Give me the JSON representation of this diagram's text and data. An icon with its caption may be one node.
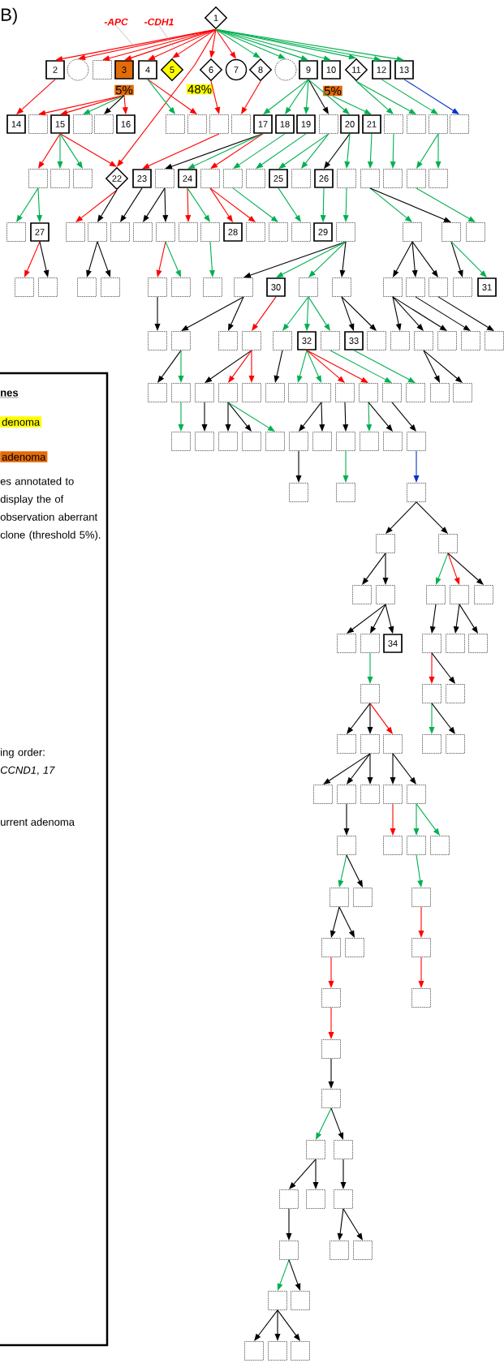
{
  "diagram": {
    "nodes": [
      {
        "text": [
          "1"
        ]
      },
      {
        "text": [
          "-APC"
        ]
      },
      {
        "text": [
          "-CDH1"
        ]
      },
      {
        "text": [
          "2"
        ]
      },
      {
        "text": [],
        "shape": "circle"
      },
      {
        "text": [],
        "shape": "box"
      },
      {
        "text": [
          "3"
        ],
        "beside": [
          "5%"
        ]
      },
      {
        "text": [
          "4"
        ]
      },
      {
        "text": [
          "5"
        ],
        "beside": [
          "48%"
        ]
      },
      {
        "text": [
          "6"
        ]
      },
      {
        "text": [
          "7"
        ]
      },
      {
        "text": [
          "8"
        ]
      },
      {
        "text": [],
        "shape": "circle"
      },
      {
        "text": [
          "9"
        ]
      },
      {
        "text": [
          "10"
        ],
        "beside": [
          "5%"
        ]
      },
      {
        "text": [
          "11"
        ]
      },
      {
        "text": [
          "12"
        ]
      },
      {
        "text": [
          "13"
        ]
      },
      {
        "text": [
          "14"
        ]
      },
      {
        "text": [],
        "shape": "box"
      },
      {
        "text": [
          "15"
        ]
      },
      {
        "text": [],
        "shape": "box"
      },
      {
        "text": [],
        "shape": "box"
      },
      {
        "text": [
          "16"
        ]
      },
      {
        "text": [],
        "shape": "box"
      },
      {
        "text": [],
        "shape": "box"
      },
      {
        "text": [],
        "shape": "box"
      },
      {
        "text": [],
        "shape": "box"
      },
      {
        "text": [
          "17"
        ]
      },
      {
        "text": [
          "18"
        ]
      },
      {
        "text": [
          "19"
        ]
      },
      {
        "text": [],
        "shape": "box"
      },
      {
        "text": [
          "20"
        ]
      },
      {
        "text": [
          "21"
        ]
      },
      {
        "text": [],
        "shape": "box"
      },
      {
        "text": [],
        "shape": "box"
      },
      {
        "text": [],
        "shape": "box"
      },
      {
        "text": [],
        "shape": "box"
      },
      {
        "text": [],
        "shape": "box"
      },
      {
        "text": [],
        "shape": "box"
      },
      {
        "text": [],
        "shape": "box"
      },
      {
        "text": [
          "22"
        ]
      },
      {
        "text": [
          "23"
        ]
      },
      {
        "text": [],
        "shape": "box"
      },
      {
        "text": [
          "24"
        ]
      },
      {
        "text": [],
        "shape": "box"
      },
      {
        "text": [],
        "shape": "box"
      },
      {
        "text": [],
        "shape": "box"
      },
      {
        "text": [
          "25"
        ]
      },
      {
        "text": [],
        "shape": "box"
      },
      {
        "text": [
          "26"
        ]
      },
      {
        "text": [],
        "shape": "box"
      },
      {
        "text": [],
        "shape": "box"
      },
      {
        "text": [],
        "shape": "box"
      },
      {
        "text": [],
        "shape": "box"
      },
      {
        "text": [],
        "shape": "box"
      },
      {
        "text": [],
        "shape": "box"
      },
      {
        "text": [
          "27"
        ]
      },
      {
        "text": [],
        "shape": "box"
      },
      {
        "text": [],
        "shape": "box"
      },
      {
        "text": [],
        "shape": "box"
      },
      {
        "text": [],
        "shape": "box"
      },
      {
        "text": [],
        "shape": "box"
      },
      {
        "text": [],
        "shape": "box"
      },
      {
        "text": [],
        "shape": "box"
      },
      {
        "text": [
          "28"
        ]
      },
      {
        "text": [],
        "shape": "box"
      },
      {
        "text": [],
        "shape": "box"
      },
      {
        "text": [],
        "shape": "box"
      },
      {
        "text": [
          "29"
        ]
      },
      {
        "text": [],
        "shape": "box"
      },
      {
        "text": [],
        "shape": "box"
      },
      {
        "text": [],
        "shape": "box"
      },
      {
        "text": [],
        "shape": "box"
      },
      {
        "text": [],
        "shape": "box"
      },
      {
        "text": [],
        "shape": "box"
      },
      {
        "text": [],
        "shape": "box"
      },
      {
        "text": [],
        "shape": "box"
      },
      {
        "text": [],
        "shape": "box"
      },
      {
        "text": [],
        "shape": "box"
      },
      {
        "text": [],
        "shape": "box"
      },
      {
        "text": [],
        "shape": "box"
      },
      {
        "text": [
          "30"
        ]
      },
      {
        "text": [],
        "shape": "box"
      },
      {
        "text": [],
        "shape": "box"
      },
      {
        "text": [],
        "shape": "box"
      },
      {
        "text": [],
        "shape": "box"
      },
      {
        "text": [],
        "shape": "box"
      },
      {
        "text": [],
        "shape": "box"
      },
      {
        "text": [
          "31"
        ]
      },
      {
        "text": [],
        "shape": "box"
      },
      {
        "text": [],
        "shape": "box"
      },
      {
        "text": [],
        "shape": "box"
      },
      {
        "text": [],
        "shape": "box"
      },
      {
        "text": [],
        "shape": "box"
      },
      {
        "text": [
          "32"
        ]
      },
      {
        "text": [],
        "shape": "box"
      },
      {
        "text": [
          "33"
        ]
      },
      {
        "text": [],
        "shape": "box"
      },
      {
        "text": [],
        "shape": "box"
      },
      {
        "text": [],
        "shape": "box"
      },
      {
        "text": [],
        "shape": "box"
      },
      {
        "text": [],
        "shape": "box"
      },
      {
        "text": [],
        "shape": "box"
      },
      {
        "text": [],
        "shape": "box"
      },
      {
        "text": [],
        "shape": "box"
      },
      {
        "text": [],
        "shape": "box"
      },
      {
        "text": [],
        "shape": "box"
      },
      {
        "text": [],
        "shape": "box"
      },
      {
        "text": [],
        "shape": "box"
      },
      {
        "text": [],
        "shape": "box"
      },
      {
        "text": [],
        "shape": "box"
      },
      {
        "text": [],
        "shape": "box"
      },
      {
        "text": [],
        "shape": "box"
      },
      {
        "text": [],
        "shape": "box"
      },
      {
        "text": [],
        "shape": "box"
      },
      {
        "text": [],
        "shape": "box"
      },
      {
        "text": [],
        "shape": "box"
      },
      {
        "text": [],
        "shape": "box"
      },
      {
        "text": [],
        "shape": "box"
      },
      {
        "text": [],
        "shape": "box"
      },
      {
        "text": [],
        "shape": "box"
      },
      {
        "text": [],
        "shape": "box"
      },
      {
        "text": [],
        "shape": "box"
      },
      {
        "text": [],
        "shape": "box"
      },
      {
        "text": [],
        "shape": "box"
      },
      {
        "text": [],
        "shape": "box"
      },
      {
        "text": [],
        "shape": "box"
      },
      {
        "text": [],
        "shape": "box"
      },
      {
        "text": [],
        "shape": "box"
      },
      {
        "text": [],
        "shape": "box"
      },
      {
        "text": [],
        "shape": "box"
      },
      {
        "text": [],
        "shape": "box"
      },
      {
        "text": [],
        "shape": "box"
      },
      {
        "text": [],
        "shape": "box"
      },
      {
        "text": [],
        "shape": "box"
      },
      {
        "text": [],
        "shape": "box"
      },
      {
        "text": [],
        "shape": "box"
      },
      {
        "text": [],
        "shape": "box"
      },
      {
        "text": [],
        "shape": "box"
      },
      {
        "text": [],
        "shape": "box"
      },
      {
        "text": [
          "34"
        ]
      },
      {
        "text": [],
        "shape": "box"
      },
      {
        "text": [],
        "shape": "box"
      },
      {
        "text": [],
        "shape": "box"
      },
      {
        "text": [],
        "shape": "box"
      },
      {
        "text": [],
        "shape": "box"
      },
      {
        "text": [],
        "shape": "box"
      },
      {
        "text": [],
        "shape": "box"
      },
      {
        "text": [],
        "shape": "box"
      },
      {
        "text": [],
        "shape": "box"
      },
      {
        "text": [],
        "shape": "box"
      },
      {
        "text": [],
        "shape": "box"
      },
      {
        "text": [],
        "shape": "box"
      },
      {
        "text": [],
        "shape": "box"
      },
      {
        "text": [],
        "shape": "box"
      },
      {
        "text": [],
        "shape": "box"
      },
      {
        "text": [],
        "shape": "box"
      },
      {
        "text": [],
        "shape": "box"
      },
      {
        "text": [],
        "shape": "box"
      },
      {
        "text": [],
        "shape": "box"
      },
      {
        "text": [],
        "shape": "box"
      },
      {
        "text": [],
        "shape": "box"
      },
      {
        "text": [],
        "shape": "box"
      },
      {
        "text": [],
        "shape": "box"
      },
      {
        "text": [],
        "shape": "box"
      },
      {
        "text": [],
        "shape": "box"
      },
      {
        "text": [],
        "shape": "box"
      },
      {
        "text": [],
        "shape": "box"
      },
      {
        "text": [],
        "shape": "box"
      },
      {
        "text": [],
        "shape": "box"
      },
      {
        "text": [],
        "shape": "box"
      },
      {
        "text": [],
        "shape": "box"
      },
      {
        "text": [],
        "shape": "box"
      },
      {
        "text": [],
        "shape": "box"
      },
      {
        "text": [],
        "shape": "box"
      },
      {
        "text": [],
        "shape": "box"
      },
      {
        "text": [],
        "shape": "box"
      },
      {
        "text": [],
        "shape": "box"
      },
      {
        "text": [],
        "shape": "box"
      },
      {
        "text": [],
        "shape": "box"
      },
      {
        "text": [],
        "shape": "box"
      },
      {
        "text": [],
        "shape": "box"
      },
      {
        "text": [],
        "shape": "box"
      },
      {
        "text": [],
        "shape": "box"
      }
    ],
    "edges": [
      {
        "from": 0,
        "to": 3,
        "arrow": "to",
        "color": "#ff0000"
      },
      {
        "from": 0,
        "to": 4,
        "arrow": "to",
        "color": "#ff0000"
      },
      {
        "from": 0,
        "to": 5,
        "arrow": "to",
        "color": "#ff0000"
      },
      {
        "from": 0,
        "to": 6,
        "arrow": "to",
        "color": "#ff0000"
      },
      {
        "from": 0,
        "to": 7,
        "arrow": "to",
        "color": "#ff0000"
      },
      {
        "from": 0,
        "to": 8,
        "arrow": "to",
        "color": "#ff0000"
      },
      {
        "from": 0,
        "to": 41,
        "arrow": "to",
        "color": "#ff0000"
      },
      {
        "from": 0,
        "to": 9,
        "arrow": "to",
        "color": "#ff0000"
      },
      {
        "from": 0,
        "to": 10,
        "arrow": "to",
        "color": "#ff0000"
      },
      {
        "from": 0,
        "to": 11,
        "arrow": "to",
        "color": "#00b050"
      },
      {
        "from": 0,
        "to": 12,
        "arrow": "to",
        "color": "#00b050"
      },
      {
        "from": 0,
        "to": 13,
        "arrow": "to",
        "color": "#00b050"
      },
      {
        "from": 0,
        "to": 14,
        "arrow": "to",
        "color": "#00b050"
      },
      {
        "from": 0,
        "to": 15,
        "arrow": "to",
        "color": "#00b050"
      },
      {
        "from": 0,
        "to": 16,
        "arrow": "to",
        "color": "#00b050"
      },
      {
        "from": 0,
        "to": 17,
        "arrow": "to",
        "color": "#00b050"
      },
      {
        "from": 1,
        "to": null,
        "arrow": "none",
        "color": "#a6a6a6"
      },
      {
        "from": 2,
        "to": null,
        "arrow": "none",
        "color": "#a6a6a6"
      },
      {
        "from": 3,
        "to": 18,
        "arrow": "to",
        "color": "#ff0000"
      },
      {
        "from": 6,
        "to": 19,
        "arrow": "to",
        "color": "#ff0000"
      },
      {
        "from": 6,
        "to": 20,
        "arrow": "to",
        "color": "#ff0000"
      },
      {
        "from": 6,
        "to": 21,
        "arrow": "to",
        "color": "#00b050"
      },
      {
        "from": 6,
        "to": 22,
        "arrow": "to"
      },
      {
        "from": 6,
        "to": 23,
        "arrow": "to",
        "color": "#ff0000"
      },
      {
        "from": 7,
        "to": 24,
        "arrow": "to",
        "color": "#00b050"
      },
      {
        "from": 7,
        "to": 25,
        "arrow": "to",
        "color": "#ff0000"
      },
      {
        "from": 9,
        "to": 26,
        "arrow": "to",
        "color": "#ff0000"
      },
      {
        "from": 11,
        "to": 27,
        "arrow": "to",
        "color": "#ff0000"
      },
      {
        "from": 13,
        "to": 28,
        "arrow": "to",
        "color": "#00b050"
      },
      {
        "from": 13,
        "to": 29,
        "arrow": "to",
        "color": "#00b050"
      },
      {
        "from": 13,
        "to": 30,
        "arrow": "to",
        "color": "#00b050"
      },
      {
        "from": 13,
        "to": 31,
        "arrow": "to"
      },
      {
        "from": 13,
        "to": 32,
        "arrow": "to",
        "color": "#00b050"
      },
      {
        "from": 14,
        "to": 33,
        "arrow": "to",
        "color": "#00b050"
      },
      {
        "from": 15,
        "to": 34,
        "arrow": "to",
        "color": "#00b050"
      },
      {
        "from": 15,
        "to": 35,
        "arrow": "to",
        "color": "#00b050"
      },
      {
        "from": 16,
        "to": 36,
        "arrow": "to",
        "color": "#00b050"
      },
      {
        "from": 17,
        "to": 37,
        "arrow": "to",
        "color": "#0033cc"
      },
      {
        "from": 20,
        "to": 38,
        "arrow": "to",
        "color": "#ff0000"
      },
      {
        "from": 20,
        "to": 39,
        "arrow": "to",
        "color": "#00b050"
      },
      {
        "from": 20,
        "to": 40,
        "arrow": "to",
        "color": "#00b050"
      },
      {
        "from": 20,
        "to": 41,
        "arrow": "to",
        "color": "#ff0000"
      },
      {
        "from": 26,
        "to": 42,
        "arrow": "to",
        "color": "#ff0000"
      },
      {
        "from": 28,
        "to": 43,
        "arrow": "to"
      },
      {
        "from": 28,
        "to": 44,
        "arrow": "to",
        "color": "#00b050"
      },
      {
        "from": 28,
        "to": 45,
        "arrow": "to",
        "color": "#ff0000"
      },
      {
        "from": 29,
        "to": 46,
        "arrow": "to",
        "color": "#00b050"
      },
      {
        "from": 30,
        "to": 47,
        "arrow": "to",
        "color": "#00b050"
      },
      {
        "from": 31,
        "to": 48,
        "arrow": "to",
        "color": "#00b050"
      },
      {
        "from": 31,
        "to": 49,
        "arrow": "to",
        "color": "#00b050"
      },
      {
        "from": 32,
        "to": 50,
        "arrow": "to"
      },
      {
        "from": 32,
        "to": 51,
        "arrow": "to",
        "color": "#00b050"
      },
      {
        "from": 33,
        "to": 52,
        "arrow": "to",
        "color": "#00b050"
      },
      {
        "from": 34,
        "to": 53,
        "arrow": "to",
        "color": "#00b050"
      },
      {
        "from": 36,
        "to": 54,
        "arrow": "to",
        "color": "#00b050"
      },
      {
        "from": 36,
        "to": 55,
        "arrow": "to",
        "color": "#00b050"
      },
      {
        "from": 38,
        "to": 56,
        "arrow": "to",
        "color": "#00b050"
      },
      {
        "from": 38,
        "to": 57,
        "arrow": "to",
        "color": "#00b050"
      },
      {
        "from": 41,
        "to": 58,
        "arrow": "to",
        "color": "#ff0000"
      },
      {
        "from": 41,
        "to": 59,
        "arrow": "to"
      },
      {
        "from": 42,
        "to": 60,
        "arrow": "to"
      },
      {
        "from": 43,
        "to": 61,
        "arrow": "to"
      },
      {
        "from": 43,
        "to": 62,
        "arrow": "to"
      },
      {
        "from": 44,
        "to": 63,
        "arrow": "to",
        "color": "#ff0000"
      },
      {
        "from": 44,
        "to": 64,
        "arrow": "to",
        "color": "#00b050"
      },
      {
        "from": 45,
        "to": 65,
        "arrow": "to",
        "color": "#ff0000"
      },
      {
        "from": 45,
        "to": 66,
        "arrow": "to",
        "color": "#ff0000"
      },
      {
        "from": 46,
        "to": 67,
        "arrow": "to",
        "color": "#00b050"
      },
      {
        "from": 48,
        "to": 68,
        "arrow": "to",
        "color": "#00b050"
      },
      {
        "from": 50,
        "to": 69,
        "arrow": "to",
        "color": "#00b050"
      },
      {
        "from": 51,
        "to": 70,
        "arrow": "to",
        "color": "#00b050"
      },
      {
        "from": 52,
        "to": 71,
        "arrow": "to",
        "color": "#00b050"
      },
      {
        "from": 52,
        "to": 72,
        "arrow": "to"
      },
      {
        "from": 54,
        "to": 73,
        "arrow": "to",
        "color": "#00b050"
      },
      {
        "from": 57,
        "to": 74,
        "arrow": "to",
        "color": "#ff0000"
      },
      {
        "from": 57,
        "to": 75,
        "arrow": "to"
      },
      {
        "from": 59,
        "to": 76,
        "arrow": "to"
      },
      {
        "from": 59,
        "to": 77,
        "arrow": "to"
      },
      {
        "from": 62,
        "to": 78,
        "arrow": "to",
        "color": "#ff0000"
      },
      {
        "from": 62,
        "to": 79,
        "arrow": "to",
        "color": "#00b050"
      },
      {
        "from": 64,
        "to": 80,
        "arrow": "to",
        "color": "#00b050"
      },
      {
        "from": 70,
        "to": 81,
        "arrow": "to"
      },
      {
        "from": 70,
        "to": 82,
        "arrow": "to",
        "color": "#00b050"
      },
      {
        "from": 70,
        "to": 83,
        "arrow": "to",
        "color": "#00b050"
      },
      {
        "from": 70,
        "to": 84,
        "arrow": "to"
      },
      {
        "from": 71,
        "to": 85,
        "arrow": "to"
      },
      {
        "from": 71,
        "to": 86,
        "arrow": "to"
      },
      {
        "from": 71,
        "to": 87,
        "arrow": "to"
      },
      {
        "from": 72,
        "to": 88,
        "arrow": "to"
      },
      {
        "from": 72,
        "to": 89,
        "arrow": "to",
        "color": "#00b050"
      },
      {
        "from": 78,
        "to": 90,
        "arrow": "to"
      },
      {
        "from": 81,
        "to": 91,
        "arrow": "to"
      },
      {
        "from": 81,
        "to": 92,
        "arrow": "to"
      },
      {
        "from": 82,
        "to": 93,
        "arrow": "to",
        "color": "#ff0000"
      },
      {
        "from": 83,
        "to": 94,
        "arrow": "to",
        "color": "#00b050"
      },
      {
        "from": 83,
        "to": 95,
        "arrow": "to",
        "color": "#00b050"
      },
      {
        "from": 83,
        "to": 96,
        "arrow": "to",
        "color": "#00b050"
      },
      {
        "from": 84,
        "to": 97,
        "arrow": "to"
      },
      {
        "from": 84,
        "to": 98,
        "arrow": "to"
      },
      {
        "from": 85,
        "to": 99,
        "arrow": "to"
      },
      {
        "from": 85,
        "to": 100,
        "arrow": "to"
      },
      {
        "from": 85,
        "to": 101,
        "arrow": "to"
      },
      {
        "from": 86,
        "to": 102,
        "arrow": "to"
      },
      {
        "from": 87,
        "to": 103,
        "arrow": "to"
      },
      {
        "from": 91,
        "to": 104,
        "arrow": "to"
      },
      {
        "from": 91,
        "to": 105,
        "arrow": "to",
        "color": "#00b050"
      },
      {
        "from": 93,
        "to": 106,
        "arrow": "to"
      },
      {
        "from": 93,
        "to": 107,
        "arrow": "to",
        "color": "#ff0000"
      },
      {
        "from": 93,
        "to": 108,
        "arrow": "to",
        "color": "#ff0000"
      },
      {
        "from": 94,
        "to": 109,
        "arrow": "to"
      },
      {
        "from": 95,
        "to": 110,
        "arrow": "to",
        "color": "#00b050"
      },
      {
        "from": 95,
        "to": 111,
        "arrow": "to",
        "color": "#00b050"
      },
      {
        "from": 95,
        "to": 112,
        "arrow": "to",
        "color": "#ff0000"
      },
      {
        "from": 95,
        "to": 113,
        "arrow": "to",
        "color": "#ff0000"
      },
      {
        "from": 96,
        "to": 114,
        "arrow": "to",
        "color": "#00b050"
      },
      {
        "from": 97,
        "to": 115,
        "arrow": "to",
        "color": "#00b050"
      },
      {
        "from": 100,
        "to": 116,
        "arrow": "to"
      },
      {
        "from": 100,
        "to": 117,
        "arrow": "to"
      },
      {
        "from": 105,
        "to": 118,
        "arrow": "to",
        "color": "#00b050"
      },
      {
        "from": 106,
        "to": 119,
        "arrow": "to"
      },
      {
        "from": 107,
        "to": 120,
        "arrow": "to"
      },
      {
        "from": 107,
        "to": 121,
        "arrow": "to"
      },
      {
        "from": 107,
        "to": 122,
        "arrow": "to",
        "color": "#00b050"
      },
      {
        "from": 111,
        "to": 123,
        "arrow": "to"
      },
      {
        "from": 111,
        "to": 124,
        "arrow": "to"
      },
      {
        "from": 112,
        "to": 125,
        "arrow": "to"
      },
      {
        "from": 113,
        "to": 126,
        "arrow": "to",
        "color": "#00b050"
      },
      {
        "from": 113,
        "to": 127,
        "arrow": "to"
      },
      {
        "from": 114,
        "to": 128,
        "arrow": "to"
      },
      {
        "from": 123,
        "to": 129,
        "arrow": "to"
      },
      {
        "from": 125,
        "to": 130,
        "arrow": "to",
        "color": "#00b050"
      },
      {
        "from": 128,
        "to": 131,
        "arrow": "to",
        "color": "#0033cc"
      },
      {
        "from": 131,
        "to": 132,
        "arrow": "to"
      },
      {
        "from": 131,
        "to": 133,
        "arrow": "to"
      },
      {
        "from": 132,
        "to": 134,
        "arrow": "to"
      },
      {
        "from": 132,
        "to": 135,
        "arrow": "to"
      },
      {
        "from": 133,
        "to": 136,
        "arrow": "to",
        "color": "#00b050"
      },
      {
        "from": 133,
        "to": 137,
        "arrow": "to",
        "color": "#ff0000"
      },
      {
        "from": 133,
        "to": 138,
        "arrow": "to"
      },
      {
        "from": 135,
        "to": 139,
        "arrow": "to"
      },
      {
        "from": 135,
        "to": 140,
        "arrow": "to"
      },
      {
        "from": 135,
        "to": 141,
        "arrow": "to"
      },
      {
        "from": 136,
        "to": 142,
        "arrow": "to"
      },
      {
        "from": 137,
        "to": 143,
        "arrow": "to"
      },
      {
        "from": 137,
        "to": 144,
        "arrow": "to"
      },
      {
        "from": 140,
        "to": 145,
        "arrow": "to",
        "color": "#00b050"
      },
      {
        "from": 142,
        "to": 146,
        "arrow": "to",
        "color": "#ff0000"
      },
      {
        "from": 142,
        "to": 147,
        "arrow": "to"
      },
      {
        "from": 145,
        "to": 148,
        "arrow": "to"
      },
      {
        "from": 145,
        "to": 149,
        "arrow": "to"
      },
      {
        "from": 145,
        "to": 150,
        "arrow": "to",
        "color": "#ff0000"
      },
      {
        "from": 146,
        "to": 151,
        "arrow": "to",
        "color": "#00b050"
      },
      {
        "from": 146,
        "to": 152,
        "arrow": "to"
      },
      {
        "from": 149,
        "to": 153,
        "arrow": "to"
      },
      {
        "from": 149,
        "to": 154,
        "arrow": "to"
      },
      {
        "from": 149,
        "to": 155,
        "arrow": "to"
      },
      {
        "from": 150,
        "to": 156,
        "arrow": "to"
      },
      {
        "from": 150,
        "to": 157,
        "arrow": "to"
      },
      {
        "from": 154,
        "to": 158,
        "arrow": "to"
      },
      {
        "from": 156,
        "to": 159,
        "arrow": "to",
        "color": "#ff0000"
      },
      {
        "from": 157,
        "to": 160,
        "arrow": "to",
        "color": "#00b050"
      },
      {
        "from": 157,
        "to": 161,
        "arrow": "to",
        "color": "#00b050"
      },
      {
        "from": 158,
        "to": 162,
        "arrow": "to",
        "color": "#00b050"
      },
      {
        "from": 158,
        "to": 163,
        "arrow": "to"
      },
      {
        "from": 160,
        "to": 164,
        "arrow": "to",
        "color": "#00b050"
      },
      {
        "from": 162,
        "to": 165,
        "arrow": "to"
      },
      {
        "from": 162,
        "to": 166,
        "arrow": "to"
      },
      {
        "from": 164,
        "to": 167,
        "arrow": "to",
        "color": "#ff0000"
      },
      {
        "from": 165,
        "to": 168,
        "arrow": "to",
        "color": "#ff0000"
      },
      {
        "from": 167,
        "to": 169,
        "arrow": "to",
        "color": "#ff0000"
      },
      {
        "from": 168,
        "to": 170,
        "arrow": "to",
        "color": "#ff0000"
      },
      {
        "from": 170,
        "to": 171,
        "arrow": "to"
      },
      {
        "from": 171,
        "to": 172,
        "arrow": "to",
        "color": "#00b050"
      },
      {
        "from": 171,
        "to": 173,
        "arrow": "to"
      },
      {
        "from": 172,
        "to": 174,
        "arrow": "to"
      },
      {
        "from": 172,
        "to": 175,
        "arrow": "to"
      },
      {
        "from": 173,
        "to": 176,
        "arrow": "to"
      },
      {
        "from": 174,
        "to": 177,
        "arrow": "to"
      },
      {
        "from": 176,
        "to": 178,
        "arrow": "to"
      },
      {
        "from": 176,
        "to": 179,
        "arrow": "to"
      },
      {
        "from": 177,
        "to": 180,
        "arrow": "to",
        "color": "#00b050"
      },
      {
        "from": 177,
        "to": 181,
        "arrow": "to"
      },
      {
        "from": 180,
        "to": 182,
        "arrow": "to"
      },
      {
        "from": 180,
        "to": 183,
        "arrow": "to"
      },
      {
        "from": 180,
        "to": 184,
        "arrow": "to"
      }
    ],
    "labels": [
      "B)",
      "nes",
      "es annotated to display the of observation aberrant clone (threshold 5%).",
      "ing order: *CCND1*, *17*",
      "urrent adenoma"
    ],
    "legend": [
      {
        "text": "denoma",
        "color": "#ffff00"
      },
      {
        "text": "adenoma",
        "color": "#e36c09"
      }
    ]
  }
}
